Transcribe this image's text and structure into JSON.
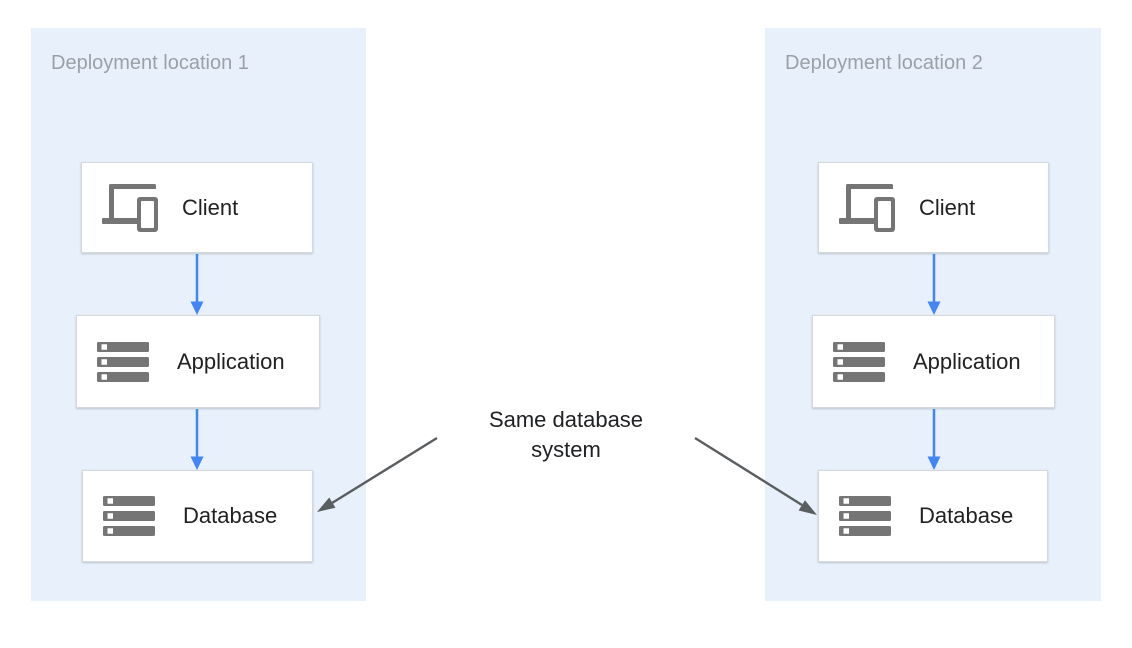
{
  "panels": [
    {
      "title": "Deployment location 1",
      "nodes": [
        {
          "label": "Client",
          "icon": "client-devices-icon"
        },
        {
          "label": "Application",
          "icon": "server-stack-icon"
        },
        {
          "label": "Database",
          "icon": "server-stack-icon"
        }
      ]
    },
    {
      "title": "Deployment location 2",
      "nodes": [
        {
          "label": "Client",
          "icon": "client-devices-icon"
        },
        {
          "label": "Application",
          "icon": "server-stack-icon"
        },
        {
          "label": "Database",
          "icon": "server-stack-icon"
        }
      ]
    }
  ],
  "annotation": {
    "lines": [
      "Same database",
      "system"
    ]
  },
  "connections": [
    {
      "from": "client-1",
      "to": "application-1",
      "style": "flow-arrow"
    },
    {
      "from": "application-1",
      "to": "database-1",
      "style": "flow-arrow"
    },
    {
      "from": "client-2",
      "to": "application-2",
      "style": "flow-arrow"
    },
    {
      "from": "application-2",
      "to": "database-2",
      "style": "flow-arrow"
    },
    {
      "from": "annotation",
      "to": "database-1",
      "style": "annotation-arrow"
    },
    {
      "from": "annotation",
      "to": "database-2",
      "style": "annotation-arrow"
    }
  ],
  "colors": {
    "panel_bg": "#e8f0fc",
    "panel_title": "#9aa0a6",
    "node_bg": "#ffffff",
    "node_border": "#d5d8dc",
    "node_label": "#212121",
    "icon_gray": "#757575",
    "flow_arrow": "#4285f4",
    "annotation_arrow": "#5b5e61",
    "annotation_text": "#202124"
  }
}
